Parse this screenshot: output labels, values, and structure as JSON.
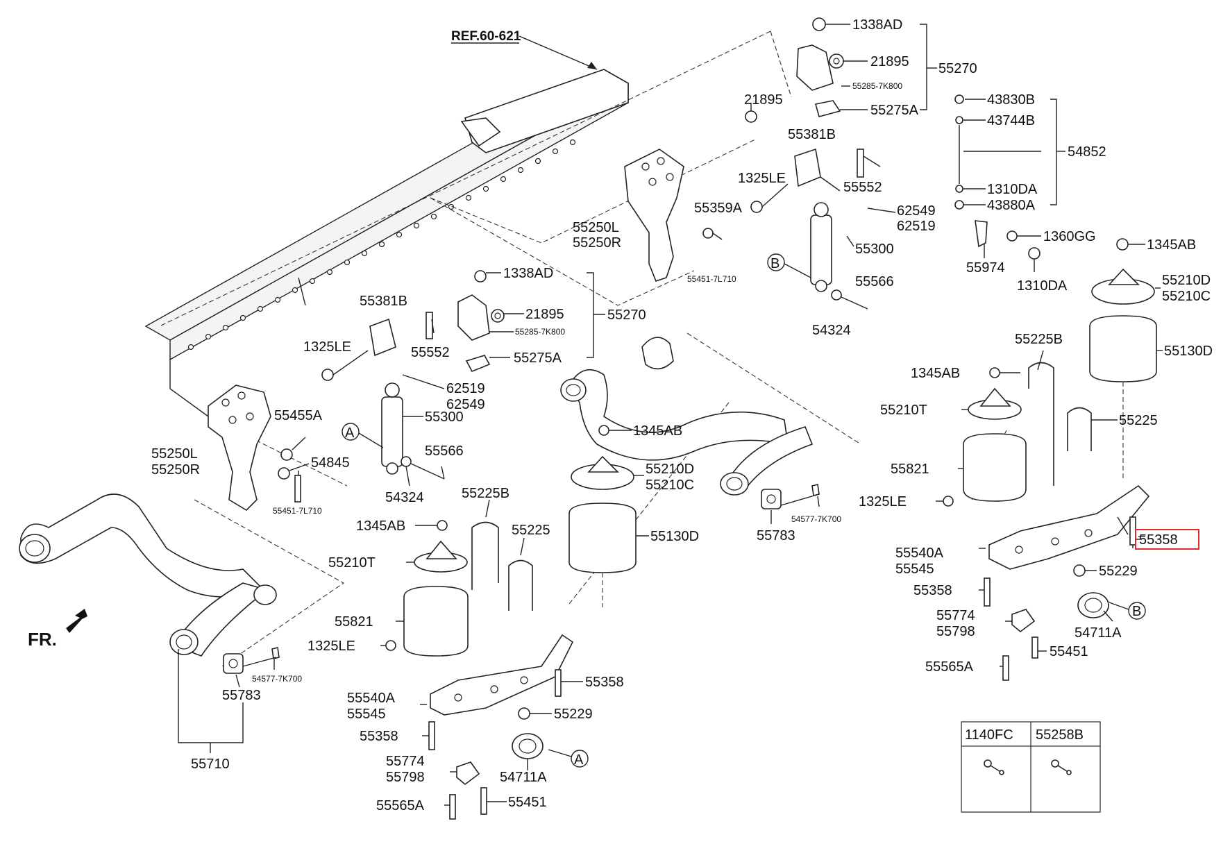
{
  "reference": "REF.60-621",
  "front_marker": "FR.",
  "markers": {
    "a": "A",
    "b": "B"
  },
  "highlight_color": "#e0292b",
  "callouts": {
    "top_bracket": [
      "1338AD",
      "21895",
      "55270",
      "55285-7K800",
      "55275A"
    ],
    "top_misc": [
      "21895",
      "55381B",
      "1325LE",
      "55552",
      "62549",
      "62519",
      "55359A",
      "55250L",
      "55250R",
      "55451-7L710",
      "55300",
      "55566",
      "54324"
    ],
    "top_right_link": [
      "43830B",
      "43744B",
      "54852",
      "1310DA",
      "43880A",
      "1360GG",
      "55974",
      "1310DA"
    ],
    "right_spring": [
      "1345AB",
      "55210D",
      "55210C",
      "55130D",
      "55225B",
      "1345AB",
      "55210T",
      "55225",
      "55821",
      "1325LE",
      "55358",
      "55540A",
      "55545",
      "55229",
      "55358",
      "55774",
      "55798",
      "54711A",
      "55451",
      "55565A"
    ],
    "mid_bracket": [
      "1338AD",
      "21895",
      "55270",
      "55285-7K800",
      "55275A",
      "55381B",
      "1325LE",
      "55552",
      "62519",
      "62549",
      "55300",
      "55566",
      "54324"
    ],
    "left_hanger": [
      "55455A",
      "54845",
      "55250L",
      "55250R",
      "55451-7L710"
    ],
    "mid_arm": [
      "54577-7K700",
      "55783"
    ],
    "center_spring": [
      "1345AB",
      "55210D",
      "55210C",
      "55130D",
      "55225B",
      "55225",
      "1345AB",
      "55210T",
      "55821",
      "1325LE",
      "55358",
      "55540A",
      "55545",
      "55229",
      "55358",
      "55774",
      "55798",
      "54711A",
      "55565A",
      "55451"
    ],
    "left_arm": [
      "54577-7K700",
      "55783",
      "55710"
    ]
  },
  "table": {
    "headers": [
      "1140FC",
      "55258B"
    ]
  }
}
